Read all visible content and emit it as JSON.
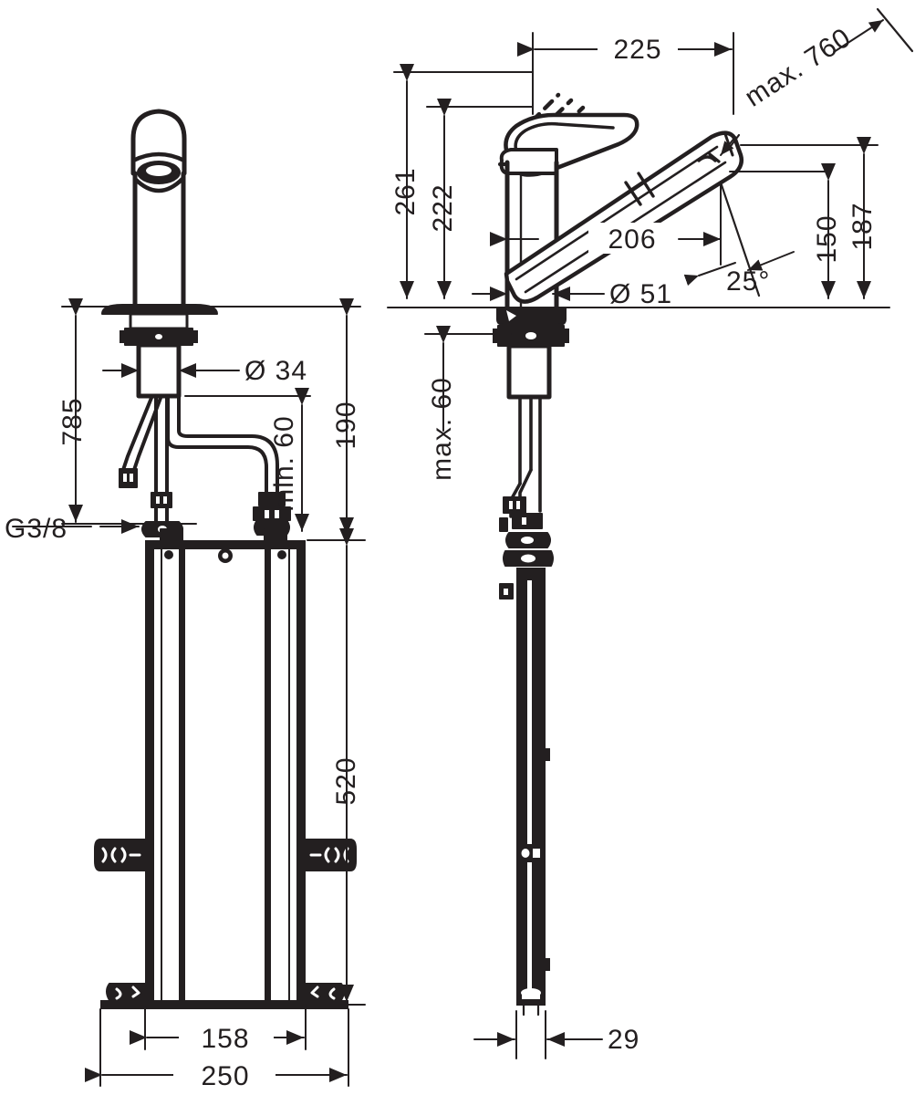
{
  "drawing": {
    "title": "Kitchen mixer tap with pull-out spray - dimensioned technical drawing",
    "units": "mm",
    "line_color": "#231f20",
    "background_color": "#ffffff",
    "views": [
      {
        "name": "front-view",
        "label": "Front view with supply hoses and mounting body"
      },
      {
        "name": "side-view",
        "label": "Side view with pull-out spray and swivel range"
      }
    ]
  },
  "dimensions": {
    "height_total_785": "785",
    "thread_size": "G3/8",
    "spout_diameter_34": "Ø 34",
    "min_clearance_60": "min. 60",
    "height_190": "190",
    "body_length_520": "520",
    "width_inner_158": "158",
    "width_outer_250": "250",
    "reach_225": "225",
    "height_261": "261",
    "height_222": "222",
    "reach_206": "206",
    "base_diameter_51": "Ø 51",
    "max_clearance_60": "max. 60",
    "spray_height_150": "150",
    "spout_height_187": "187",
    "swivel_angle_25": "25°",
    "max_hose_760": "max. 760",
    "rod_width_29": "29"
  }
}
